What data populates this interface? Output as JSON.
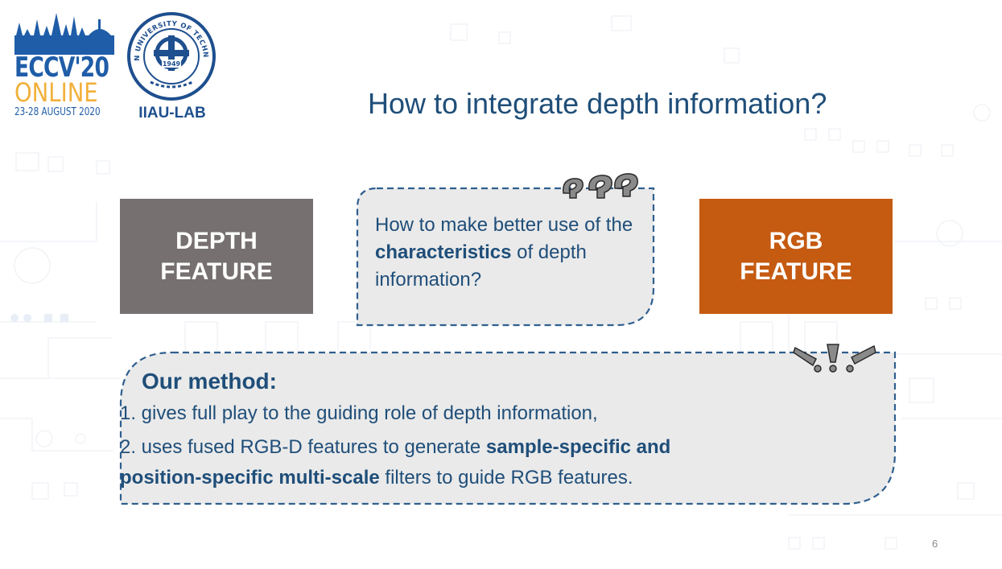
{
  "logos": {
    "eccv_title": "ECCV'20",
    "eccv_online": "ONLINE",
    "eccv_date": "23-28 AUGUST 2020",
    "seal_year": "1949",
    "seal_ring_text": "DALIAN UNIVERSITY OF TECHNOLOGY",
    "lab_name": "IIAU-LAB"
  },
  "slide": {
    "title": "How to integrate depth information?",
    "page_number": "6"
  },
  "features": {
    "depth_line1": "DEPTH",
    "depth_line2": "FEATURE",
    "rgb_line1": "RGB",
    "rgb_line2": "FEATURE"
  },
  "question": {
    "part1": "How to make better use of the ",
    "bold": "characteristics",
    "part2": " of depth information?"
  },
  "method": {
    "title": "Our method:",
    "line1": "1. gives full play to the guiding role of depth information,",
    "line2_part1": "2. uses fused RGB-D features to generate ",
    "line2_bold": "sample-specific and",
    "line3_bold": "position-specific multi-scale",
    "line3_part2": " filters to guide RGB features."
  },
  "icons": {
    "question_marks": "question-marks-icon",
    "exclamation_marks": "exclamation-marks-icon"
  },
  "colors": {
    "title_blue": "#1f4e79",
    "depth_gray": "#767170",
    "rgb_orange": "#c55a11",
    "callout_fill": "#eaeaea",
    "dash_blue": "#2f5f8f"
  }
}
